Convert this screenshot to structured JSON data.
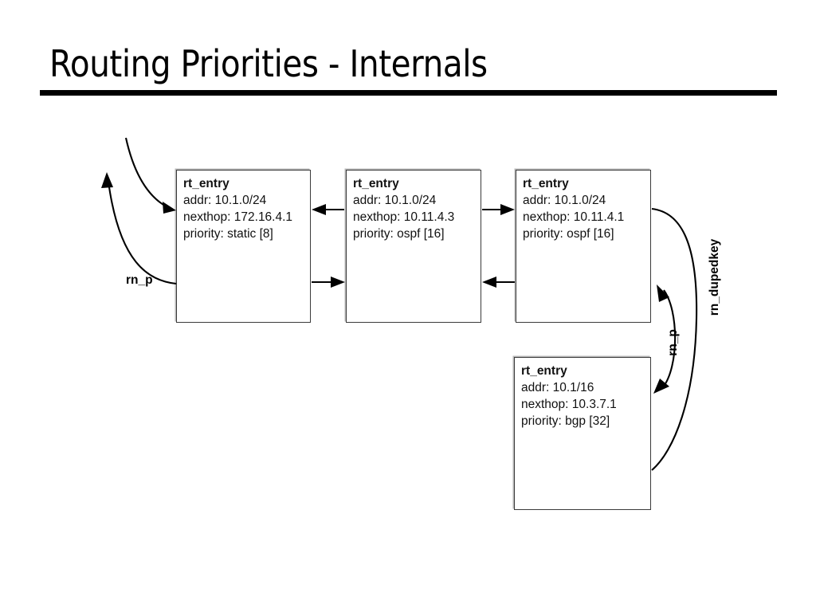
{
  "slide": {
    "title": "Routing Priorities - Internals"
  },
  "boxes": [
    {
      "id": "box1",
      "struct_name": "rt_entry",
      "addr": "addr: 10.1.0/24",
      "nexthop": "nexthop: 172.16.4.1",
      "priority": "priority: static [8]"
    },
    {
      "id": "box2",
      "struct_name": "rt_entry",
      "addr": "addr: 10.1.0/24",
      "nexthop": "nexthop: 10.11.4.3",
      "priority": "priority: ospf [16]"
    },
    {
      "id": "box3",
      "struct_name": "rt_entry",
      "addr": "addr: 10.1.0/24",
      "nexthop": "nexthop: 10.11.4.1",
      "priority": "priority: ospf [16]"
    },
    {
      "id": "box4",
      "struct_name": "rt_entry",
      "addr": "addr: 10.1/16",
      "nexthop": "nexthop: 10.3.7.1",
      "priority": "priority: bgp [32]"
    }
  ],
  "edge_labels": {
    "rn_p_left": "rn_p",
    "rn_p_right": "rn_p",
    "rn_dupedkey": "rn_dupedkey"
  },
  "colors": {
    "ink": "#000000",
    "box_border": "#3a3a3a",
    "box_shadow": "#b8b8b8",
    "background": "#ffffff"
  }
}
